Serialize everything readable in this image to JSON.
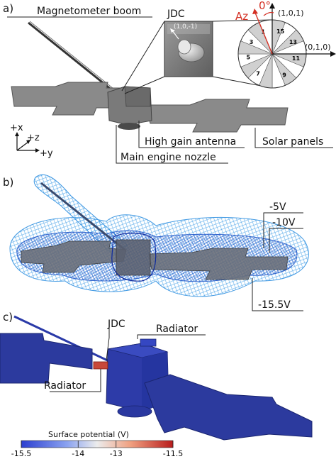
{
  "panels": {
    "a": {
      "tag": "a)",
      "labels": {
        "boom": "Magnetometer boom",
        "jdc": "JDC",
        "jdc_vector": "(1,0,-1)",
        "angle": "0°",
        "az": "Az",
        "v101": "(1,0,1)",
        "v010": "(0,1,0)",
        "hga": "High gain antenna",
        "nozzle": "Main engine nozzle",
        "solar": "Solar panels",
        "axis_x": "+x",
        "axis_z": "+z",
        "axis_y": "+y"
      },
      "sectors": [
        "1",
        "3",
        "5",
        "7",
        "9",
        "11",
        "13",
        "15"
      ]
    },
    "b": {
      "tag": "b)",
      "contours": [
        "-5V",
        "-10V",
        "-15.5V"
      ]
    },
    "c": {
      "tag": "c)",
      "labels": {
        "jdc": "JDC",
        "radiator_top": "Radiator",
        "radiator_left": "Radiator"
      },
      "colorbar": {
        "title": "Surface potential (V)",
        "ticks": [
          "-15.5",
          "-14",
          "-13",
          "-11.5"
        ],
        "colors": [
          "#2c3fd0",
          "#8aa2f0",
          "#ececec",
          "#f0a080",
          "#b81c1c"
        ]
      }
    }
  }
}
